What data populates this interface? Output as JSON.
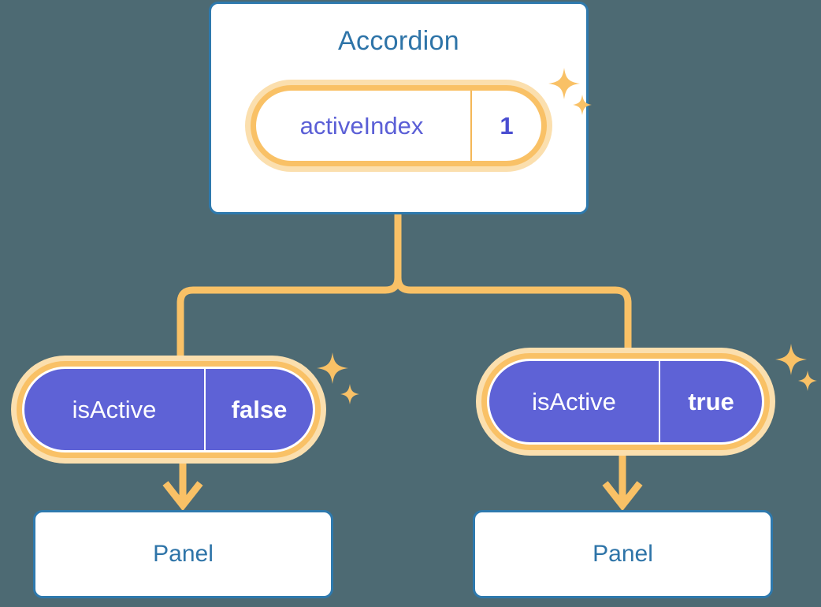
{
  "background_color": "#4d6a73",
  "theme": {
    "card_border": "#2e79ad",
    "heading_text": "#2e74a8",
    "pill_ring": "#f9c166",
    "pill_glow": "#fbdfae",
    "pill_fill_active": "#5e62d6",
    "pill_text_light": "#5b5fd6",
    "connector": "#f9c166",
    "sparkle": "#f9c166"
  },
  "root": {
    "title": "Accordion",
    "state": {
      "key": "activeIndex",
      "value": "1"
    },
    "sparkle_name": "sparkle-icon"
  },
  "children": [
    {
      "id": "left",
      "state": {
        "key": "isActive",
        "value": "false"
      },
      "panel": {
        "title": "Panel"
      },
      "arrow_name": "down-arrow-icon",
      "sparkle_name": "sparkle-icon"
    },
    {
      "id": "right",
      "state": {
        "key": "isActive",
        "value": "true"
      },
      "panel": {
        "title": "Panel"
      },
      "arrow_name": "down-arrow-icon",
      "sparkle_name": "sparkle-icon"
    }
  ]
}
